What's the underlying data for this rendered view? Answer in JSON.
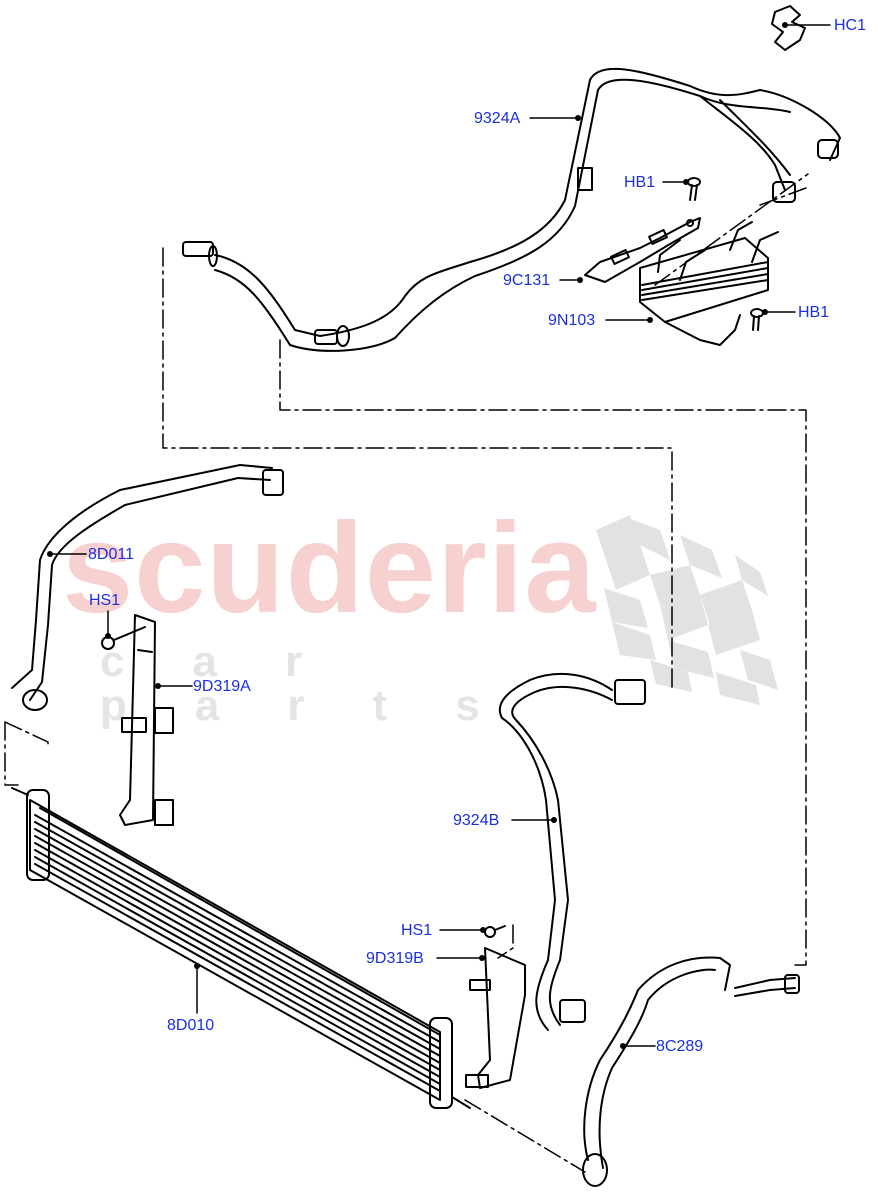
{
  "diagram": {
    "type": "exploded parts diagram",
    "subject": "transmission fluid cooler and lines",
    "line_color": "#000000",
    "label_color": "#1a2fe0",
    "watermark": {
      "main": "scuderia",
      "sub": "car parts",
      "main_color": "#f7d0d0",
      "sub_color": "#e6e3e6",
      "flag_color": "#e2e2e2"
    },
    "callouts": [
      {
        "id": "HC1",
        "label": "HC1",
        "part": "hose clip"
      },
      {
        "id": "9324A",
        "label": "9324A",
        "part": "cooler pipe assembly (upper)"
      },
      {
        "id": "HB1a",
        "label": "HB1",
        "part": "bolt (bracket)"
      },
      {
        "id": "9C131",
        "label": "9C131",
        "part": "pipe bracket"
      },
      {
        "id": "9N103",
        "label": "9N103",
        "part": "oil cooler"
      },
      {
        "id": "HB1b",
        "label": "HB1",
        "part": "bolt (oil cooler)"
      },
      {
        "id": "8D011",
        "label": "8D011",
        "part": "cooler hose (left)"
      },
      {
        "id": "HS1a",
        "label": "HS1",
        "part": "screw (bracket A)"
      },
      {
        "id": "9D319A",
        "label": "9D319A",
        "part": "cooler bracket A"
      },
      {
        "id": "9324B",
        "label": "9324B",
        "part": "cooler pipe (lower)"
      },
      {
        "id": "HS1b",
        "label": "HS1",
        "part": "screw (bracket B)"
      },
      {
        "id": "9D319B",
        "label": "9D319B",
        "part": "cooler bracket B"
      },
      {
        "id": "8D010",
        "label": "8D010",
        "part": "transmission fluid cooler"
      },
      {
        "id": "8C289",
        "label": "8C289",
        "part": "cooler hose (right)"
      }
    ]
  }
}
